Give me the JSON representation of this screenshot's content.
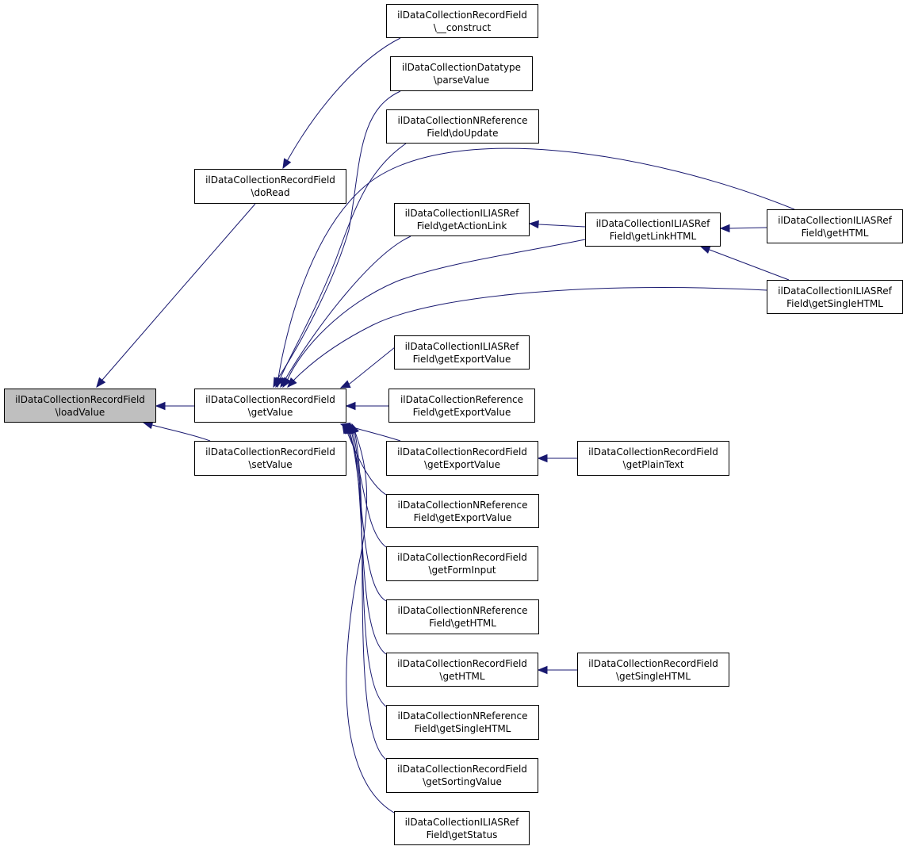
{
  "colors": {
    "edge": "#191970",
    "root_fill": "#bfbfbf",
    "node_fill": "#ffffff",
    "border": "#000000"
  },
  "nodes": {
    "loadValue": {
      "line1": "ilDataCollectionRecordField",
      "line2": "\\loadValue",
      "highlighted": true
    },
    "doRead": {
      "line1": "ilDataCollectionRecordField",
      "line2": "\\doRead"
    },
    "getValue": {
      "line1": "ilDataCollectionRecordField",
      "line2": "\\getValue"
    },
    "setValue": {
      "line1": "ilDataCollectionRecordField",
      "line2": "\\setValue"
    },
    "construct": {
      "line1": "ilDataCollectionRecordField",
      "line2": "\\__construct"
    },
    "parseValue": {
      "line1": "ilDataCollectionDatatype",
      "line2": "\\parseValue"
    },
    "nref_doUpdate": {
      "line1": "ilDataCollectionNReference",
      "line2": "Field\\doUpdate"
    },
    "ilias_getActionLink": {
      "line1": "ilDataCollectionILIASRef",
      "line2": "Field\\getActionLink"
    },
    "ilias_getLinkHTML": {
      "line1": "ilDataCollectionILIASRef",
      "line2": "Field\\getLinkHTML"
    },
    "ilias_getHTML": {
      "line1": "ilDataCollectionILIASRef",
      "line2": "Field\\getHTML"
    },
    "ilias_getSingleHTML": {
      "line1": "ilDataCollectionILIASRef",
      "line2": "Field\\getSingleHTML"
    },
    "ilias_getExportValue": {
      "line1": "ilDataCollectionILIASRef",
      "line2": "Field\\getExportValue"
    },
    "ref_getExportValue": {
      "line1": "ilDataCollectionReference",
      "line2": "Field\\getExportValue"
    },
    "rec_getExportValue": {
      "line1": "ilDataCollectionRecordField",
      "line2": "\\getExportValue"
    },
    "rec_getPlainText": {
      "line1": "ilDataCollectionRecordField",
      "line2": "\\getPlainText"
    },
    "nref_getExportValue": {
      "line1": "ilDataCollectionNReference",
      "line2": "Field\\getExportValue"
    },
    "rec_getFormInput": {
      "line1": "ilDataCollectionRecordField",
      "line2": "\\getFormInput"
    },
    "nref_getHTML": {
      "line1": "ilDataCollectionNReference",
      "line2": "Field\\getHTML"
    },
    "rec_getHTML": {
      "line1": "ilDataCollectionRecordField",
      "line2": "\\getHTML"
    },
    "rec_getSingleHTML": {
      "line1": "ilDataCollectionRecordField",
      "line2": "\\getSingleHTML"
    },
    "nref_getSingleHTML": {
      "line1": "ilDataCollectionNReference",
      "line2": "Field\\getSingleHTML"
    },
    "rec_getSortingValue": {
      "line1": "ilDataCollectionRecordField",
      "line2": "\\getSortingValue"
    },
    "ilias_getStatus": {
      "line1": "ilDataCollectionILIASRef",
      "line2": "Field\\getStatus"
    }
  },
  "edges": [
    {
      "from": "doRead",
      "to": "loadValue"
    },
    {
      "from": "getValue",
      "to": "loadValue"
    },
    {
      "from": "setValue",
      "to": "loadValue"
    },
    {
      "from": "construct",
      "to": "doRead"
    },
    {
      "from": "parseValue",
      "to": "getValue"
    },
    {
      "from": "nref_doUpdate",
      "to": "getValue"
    },
    {
      "from": "ilias_getHTML",
      "to": "getValue"
    },
    {
      "from": "ilias_getActionLink",
      "to": "getValue"
    },
    {
      "from": "ilias_getLinkHTML",
      "to": "getValue"
    },
    {
      "from": "ilias_getSingleHTML",
      "to": "getValue"
    },
    {
      "from": "ilias_getExportValue",
      "to": "getValue"
    },
    {
      "from": "ref_getExportValue",
      "to": "getValue"
    },
    {
      "from": "rec_getExportValue",
      "to": "getValue"
    },
    {
      "from": "nref_getExportValue",
      "to": "getValue"
    },
    {
      "from": "rec_getFormInput",
      "to": "getValue"
    },
    {
      "from": "nref_getHTML",
      "to": "getValue"
    },
    {
      "from": "rec_getHTML",
      "to": "getValue"
    },
    {
      "from": "nref_getSingleHTML",
      "to": "getValue"
    },
    {
      "from": "rec_getSortingValue",
      "to": "getValue"
    },
    {
      "from": "ilias_getStatus",
      "to": "getValue"
    },
    {
      "from": "ilias_getLinkHTML",
      "to": "ilias_getActionLink"
    },
    {
      "from": "ilias_getHTML",
      "to": "ilias_getLinkHTML"
    },
    {
      "from": "ilias_getSingleHTML",
      "to": "ilias_getLinkHTML"
    },
    {
      "from": "rec_getPlainText",
      "to": "rec_getExportValue"
    },
    {
      "from": "rec_getSingleHTML",
      "to": "rec_getHTML"
    }
  ]
}
